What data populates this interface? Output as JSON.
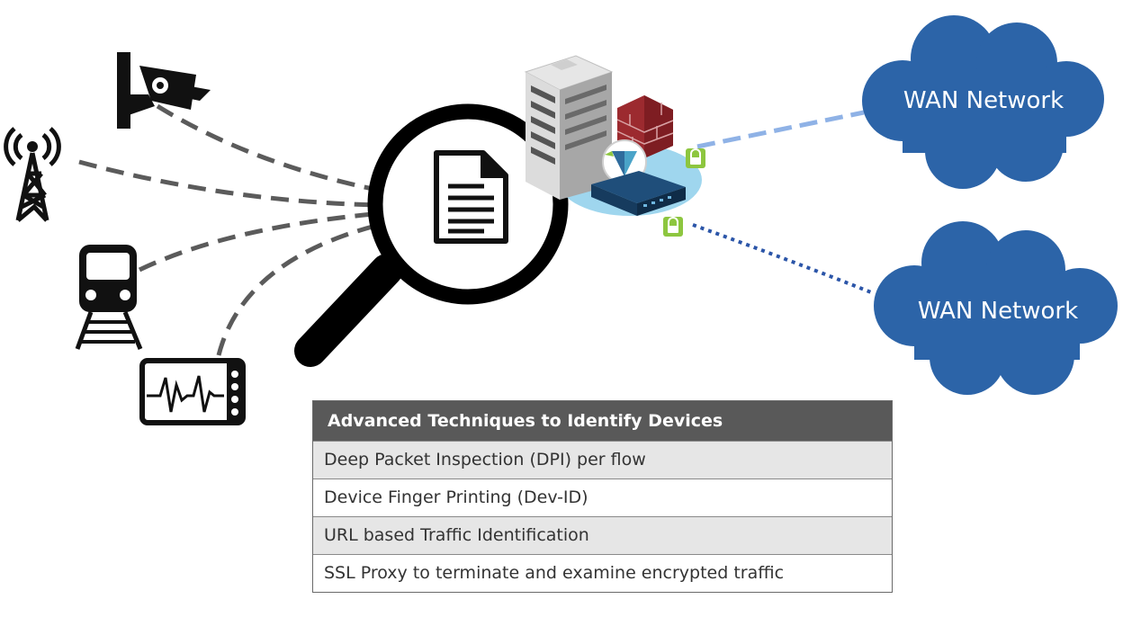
{
  "clouds": [
    {
      "label": "WAN Network"
    },
    {
      "label": "WAN Network"
    }
  ],
  "table": {
    "header": "Advanced Techniques to Identify Devices",
    "rows": [
      "Deep Packet Inspection (DPI) per flow",
      "Device Finger Printing (Dev-ID)",
      "URL based Traffic Identification",
      "SSL Proxy to terminate and examine encrypted traffic"
    ]
  },
  "icons": [
    "security-camera-icon",
    "radio-tower-icon",
    "train-icon",
    "monitor-icon",
    "magnifier-icon",
    "document-icon",
    "office-building-icon",
    "firewall-icon",
    "router-appliance-icon",
    "versa-logo-icon",
    "lock-icon",
    "cloud-icon"
  ],
  "colors": {
    "cloud": "#2c64a8",
    "dashed_link": "#5b5b5b",
    "wan_link_light": "#8fb2e6",
    "wan_link_dark": "#2b55a8",
    "lock": "#8dc63f",
    "platform": "#9fd6ee",
    "table_header": "#595959",
    "table_row_alt": "#e6e6e6"
  }
}
